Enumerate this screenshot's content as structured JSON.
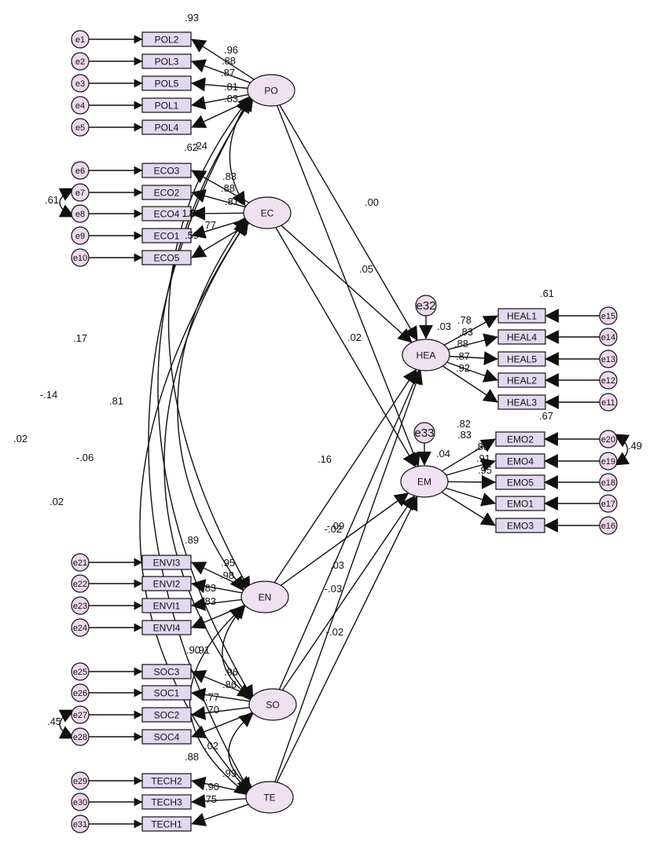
{
  "errors": [
    "e1",
    "e2",
    "e3",
    "e4",
    "e5",
    "e6",
    "e7",
    "e8",
    "e9",
    "e10",
    "e21",
    "e22",
    "e23",
    "e24",
    "e25",
    "e26",
    "e27",
    "e28",
    "e29",
    "e30",
    "e31",
    "e15",
    "e14",
    "e13",
    "e12",
    "e11",
    "e20",
    "e19",
    "e18",
    "e17",
    "e16"
  ],
  "indicators": [
    "POL2",
    "POL3",
    "POL5",
    "POL1",
    "POL4",
    "ECO3",
    "ECO2",
    "ECO4",
    "ECO1",
    "ECO5",
    "ENVI3",
    "ENVI2",
    "ENVI1",
    "ENVI4",
    "SOC3",
    "SOC1",
    "SOC2",
    "SOC4",
    "TECH2",
    "TECH3",
    "TECH1",
    "HEAL1",
    "HEAL4",
    "HEAL5",
    "HEAL2",
    "HEAL3",
    "EMO2",
    "EMO4",
    "EMO5",
    "EMO1",
    "EMO3"
  ],
  "latents": [
    "PO",
    "EC",
    "EN",
    "SO",
    "TE",
    "HEA",
    "EM"
  ],
  "residuals": [
    "e32",
    "e33"
  ],
  "numbers": [
    ".93",
    ".96",
    ".88",
    ".87",
    ".81",
    ".83",
    ".24",
    ".62",
    ".83",
    ".88",
    ".81",
    ".83",
    ".77",
    ".59",
    ".61",
    "1.00",
    ".05",
    ".00",
    ".02",
    ".17",
    "-.14",
    ".02",
    ".81",
    "-.06",
    ".02",
    ".16",
    "-.09",
    "-.02",
    ".03",
    "-.03",
    "-.02",
    ".89",
    ".95",
    ".98",
    ".83",
    ".83",
    ".90",
    ".91",
    ".96",
    ".86",
    ".77",
    ".70",
    ".02",
    ".45",
    ".88",
    ".90",
    ".75",
    ".93",
    ".03",
    ".78",
    ".83",
    ".88",
    ".87",
    ".92",
    ".61",
    ".04",
    ".82",
    ".83",
    ".86",
    ".91",
    ".95",
    ".67",
    ".49"
  ]
}
